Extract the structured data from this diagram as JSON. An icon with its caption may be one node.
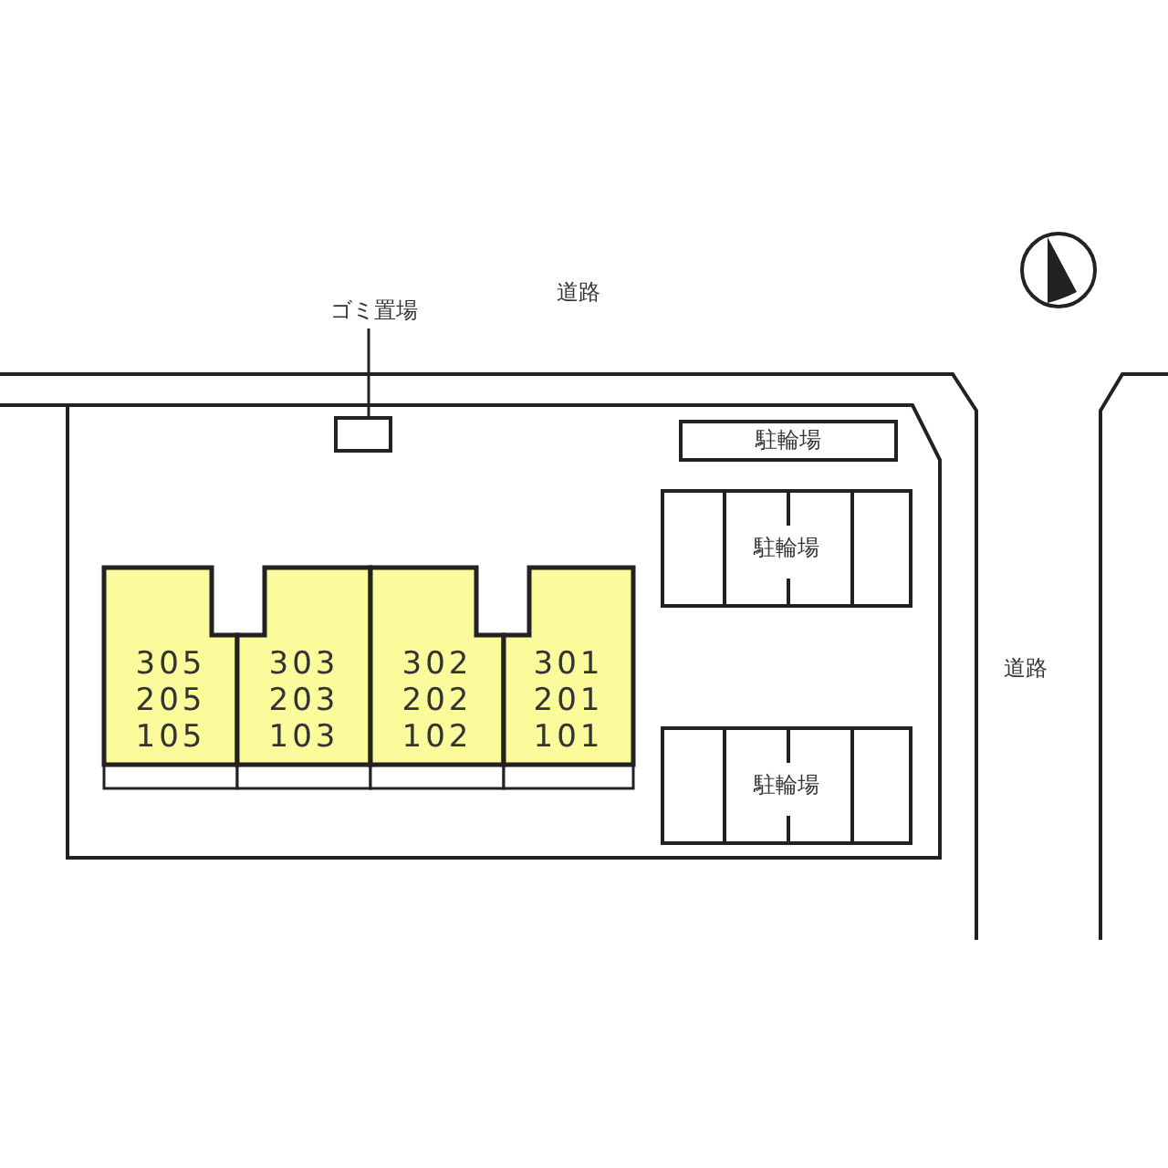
{
  "diagram": {
    "nodes": [
      {
        "text": [
          "ゴミ置場"
        ]
      },
      {
        "text": [],
        "shape": "box"
      },
      {
        "text": [
          "305 205 105"
        ]
      },
      {
        "text": [
          "303 203 103"
        ]
      },
      {
        "text": [
          "302 202 102"
        ]
      },
      {
        "text": [
          "301 201 101"
        ]
      },
      {
        "text": [
          "駐輪場"
        ]
      },
      {
        "text": [
          "駐輪場"
        ]
      },
      {
        "text": [
          "駐輪場"
        ]
      }
    ],
    "edges": [
      {
        "from": 0,
        "to": 1,
        "arrow": "none"
      }
    ],
    "labels": [
      "道路",
      "道路"
    ]
  }
}
